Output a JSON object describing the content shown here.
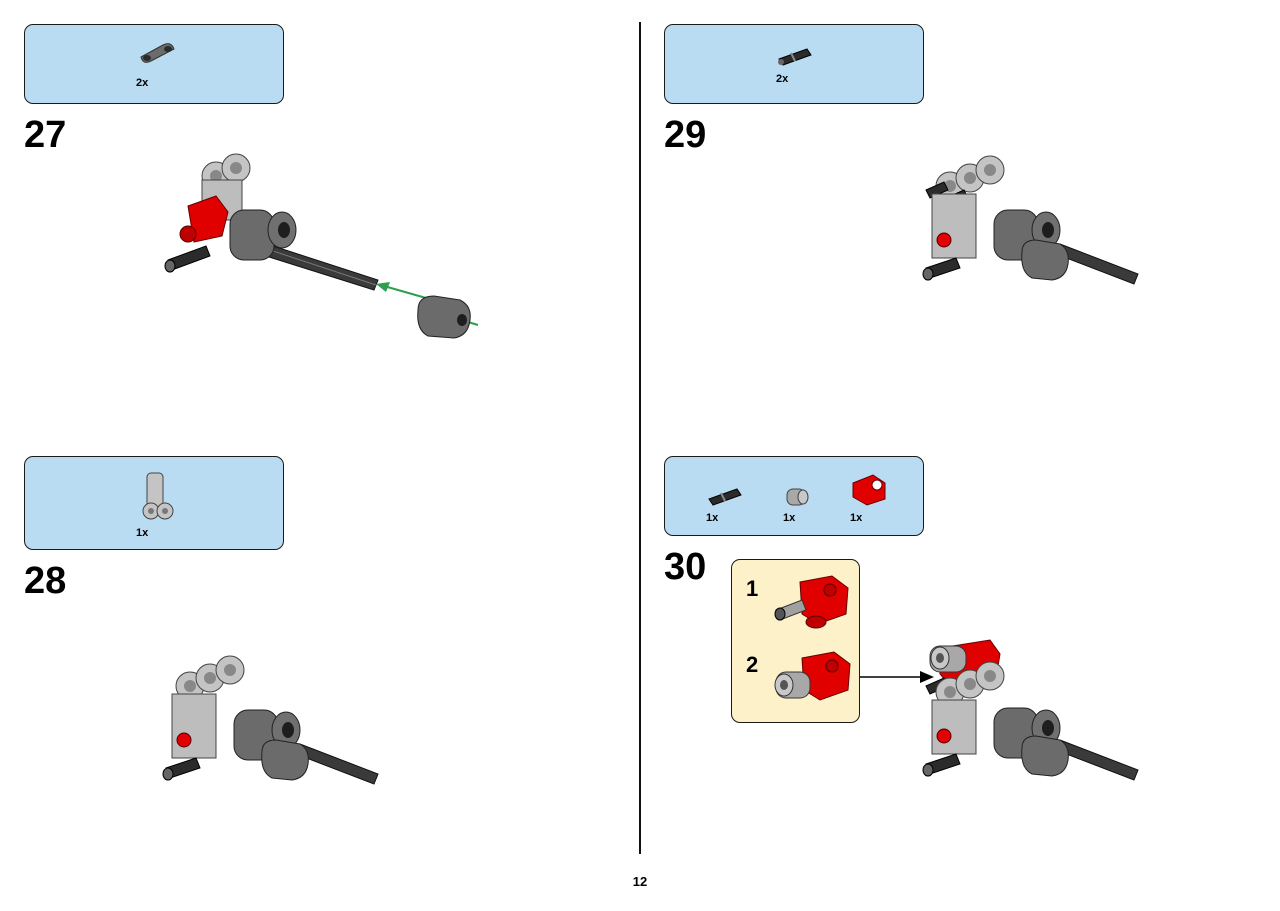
{
  "page_number": "12",
  "steps": [
    {
      "number": "27",
      "parts": [
        {
          "icon": "gray-beam-part-icon",
          "qty": "2x"
        }
      ]
    },
    {
      "number": "28",
      "parts": [
        {
          "icon": "light-gray-connector-part-icon",
          "qty": "1x"
        }
      ]
    },
    {
      "number": "29",
      "parts": [
        {
          "icon": "black-pin-part-icon",
          "qty": "2x"
        }
      ]
    },
    {
      "number": "30",
      "parts": [
        {
          "icon": "black-axle-pin-part-icon",
          "qty": "1x"
        },
        {
          "icon": "gray-bushing-part-icon",
          "qty": "1x"
        },
        {
          "icon": "red-connector-part-icon",
          "qty": "1x"
        }
      ],
      "substeps": [
        {
          "number": "1"
        },
        {
          "number": "2"
        }
      ]
    }
  ],
  "colors": {
    "parts_box_bg": "#b9dcf3",
    "subassembly_bg": "#fcf1c9",
    "red_part": "#e00000",
    "dark_gray_part": "#6b6b6b",
    "light_gray_part": "#b8b8b8",
    "arrow_green": "#2e9e4f"
  }
}
